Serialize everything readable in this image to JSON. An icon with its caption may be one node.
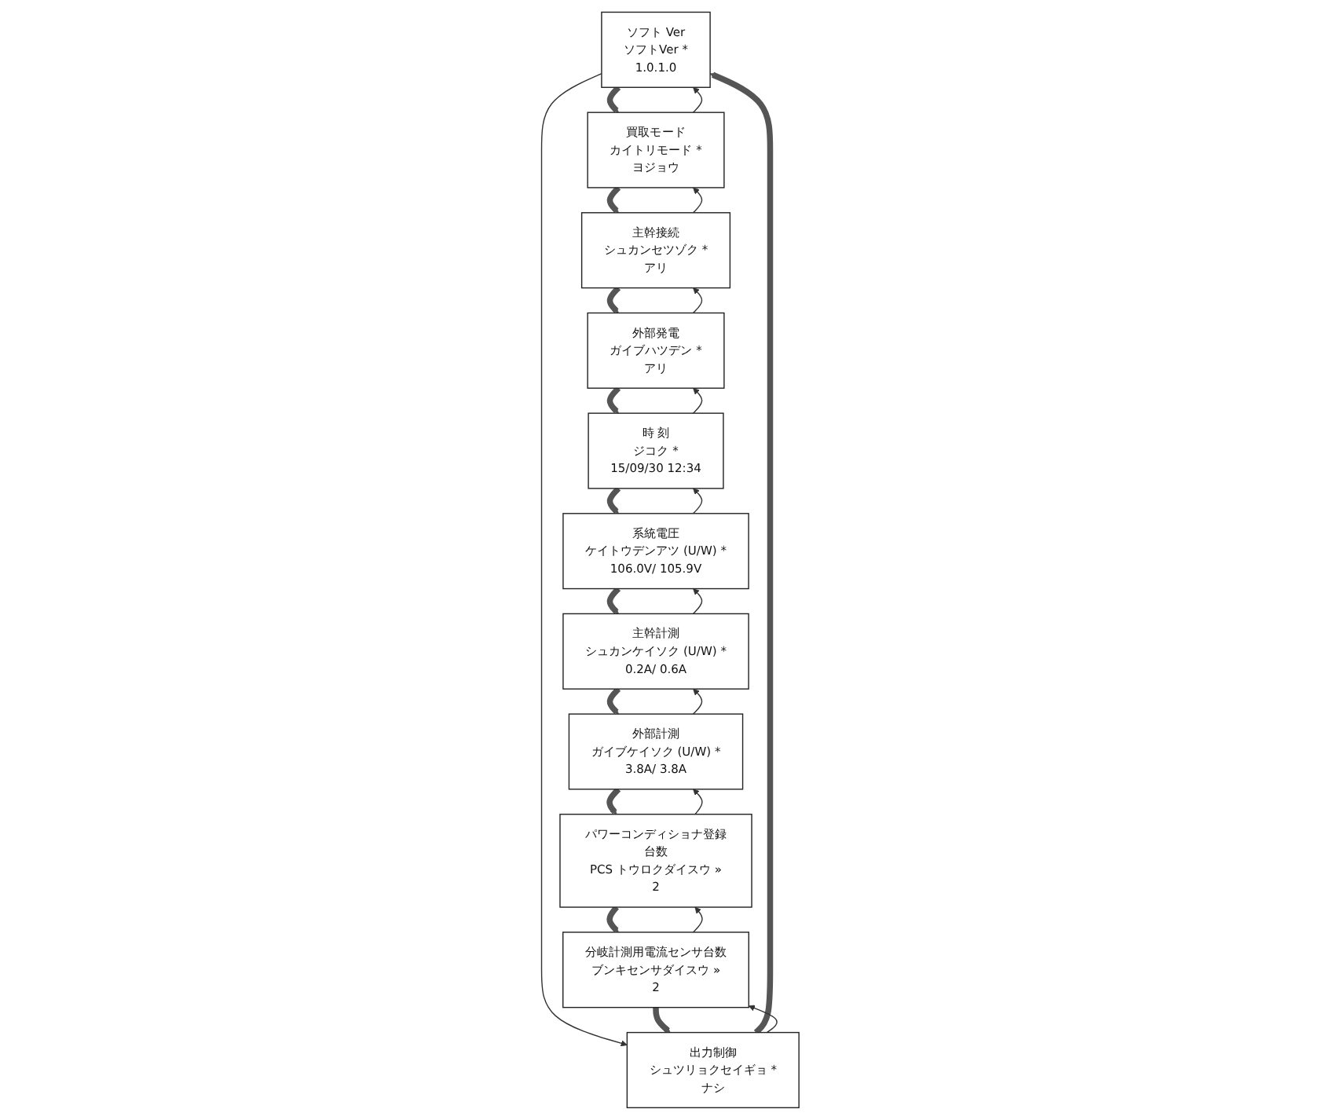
{
  "diagram": {
    "nodes": [
      {
        "text": [
          "ソフト Ver",
          "ソフトVer *",
          "1.0.1.0"
        ]
      },
      {
        "text": [
          "買取モード",
          "カイトリモード *",
          "ヨジョウ"
        ]
      },
      {
        "text": [
          "主幹接続",
          "シュカンセツゾク *",
          "アリ"
        ]
      },
      {
        "text": [
          "外部発電",
          "ガイブハツデン *",
          "アリ"
        ]
      },
      {
        "text": [
          "時 刻",
          "ジコク *",
          "15/09/30 12:34"
        ]
      },
      {
        "text": [
          "系統電圧",
          "ケイトウデンアツ (U/W) *",
          "106.0V/ 105.9V"
        ]
      },
      {
        "text": [
          "出力制御",
          "シュツリョクセイギョ *",
          "ナシ"
        ]
      },
      {
        "text": [
          "分岐計測用電流センサ台数",
          "ブンキセンサダイスウ »",
          "2"
        ]
      },
      {
        "text": [
          "パワーコンディショナ登録台数",
          "PCS トウロクダイスウ »",
          "2"
        ]
      },
      {
        "text": [
          "外部計測",
          "ガイブケイソク (U/W) *",
          "3.8A/ 3.8A"
        ]
      },
      {
        "text": [
          "主幹計測",
          "シュカンケイソク (U/W) *",
          "0.2A/ 0.6A"
        ]
      }
    ],
    "edges": [
      {
        "from": 0,
        "to": 1,
        "arrow": "to",
        "style": "thick",
        "color": "#555555"
      },
      {
        "from": 1,
        "to": 0,
        "arrow": "to"
      },
      {
        "from": 1,
        "to": 2,
        "arrow": "to",
        "style": "thick",
        "color": "#555555"
      },
      {
        "from": 2,
        "to": 1,
        "arrow": "to"
      },
      {
        "from": 2,
        "to": 3,
        "arrow": "to",
        "style": "thick",
        "color": "#555555"
      },
      {
        "from": 3,
        "to": 2,
        "arrow": "to"
      },
      {
        "from": 3,
        "to": 4,
        "arrow": "to",
        "style": "thick",
        "color": "#555555"
      },
      {
        "from": 4,
        "to": 3,
        "arrow": "to"
      },
      {
        "from": 4,
        "to": 5,
        "arrow": "to",
        "style": "thick",
        "color": "#555555"
      },
      {
        "from": 5,
        "to": 4,
        "arrow": "to"
      },
      {
        "from": 0,
        "to": 6,
        "arrow": "to"
      },
      {
        "from": 6,
        "to": 0,
        "arrow": "to",
        "style": "thick",
        "color": "#555555"
      },
      {
        "from": 6,
        "to": 7,
        "arrow": "to"
      },
      {
        "from": 7,
        "to": 6,
        "arrow": "to",
        "style": "thick",
        "color": "#555555"
      },
      {
        "from": 7,
        "to": 8,
        "arrow": "to"
      },
      {
        "from": 8,
        "to": 7,
        "arrow": "to",
        "style": "thick",
        "color": "#555555"
      },
      {
        "from": 8,
        "to": 9,
        "arrow": "to"
      },
      {
        "from": 9,
        "to": 8,
        "arrow": "to",
        "style": "thick",
        "color": "#555555"
      },
      {
        "from": 9,
        "to": 10,
        "arrow": "to"
      },
      {
        "from": 10,
        "to": 9,
        "arrow": "to",
        "style": "thick",
        "color": "#555555"
      },
      {
        "from": 5,
        "to": 10,
        "arrow": "to",
        "style": "thick",
        "color": "#555555"
      },
      {
        "from": 10,
        "to": 5,
        "arrow": "to"
      }
    ]
  }
}
